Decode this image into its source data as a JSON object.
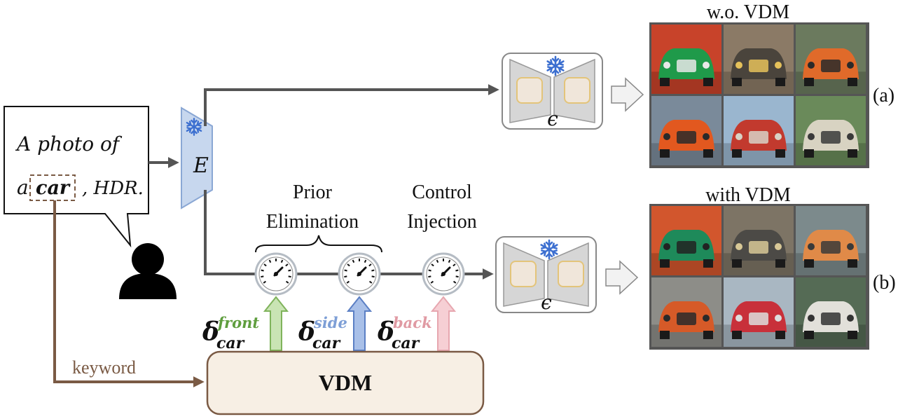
{
  "prompt": {
    "line1": "A photo of",
    "line2_prefix": "a",
    "keyword": "car",
    "line2_suffix": ", HDR."
  },
  "encoder": {
    "label": "E",
    "frozen_icon": "snowflake-icon"
  },
  "unet": {
    "label": "ϵ",
    "frozen_icon": "snowflake-icon"
  },
  "stages": {
    "prior": {
      "line1": "Prior",
      "line2": "Elimination"
    },
    "control": {
      "line1": "Control",
      "line2": "Injection"
    }
  },
  "deltas": [
    {
      "base": "δ",
      "sub": "car",
      "sup": "front",
      "color": "#5f9e3e",
      "arrow_fill": "#c9e4b4",
      "arrow_stroke": "#7fb35b"
    },
    {
      "base": "δ",
      "sub": "car",
      "sup": "side",
      "color": "#7e9fd6",
      "arrow_fill": "#a9c0e8",
      "arrow_stroke": "#5b7fc4"
    },
    {
      "base": "δ",
      "sub": "car",
      "sup": "back",
      "color": "#e09aa3",
      "arrow_fill": "#f6cfd4",
      "arrow_stroke": "#e7a7b0"
    }
  ],
  "vdm_box": {
    "label": "VDM"
  },
  "keyword_arrow": {
    "label": "keyword"
  },
  "results": {
    "top": {
      "title": "w.o. VDM",
      "tag": "(a)"
    },
    "bottom": {
      "title": "with VDM",
      "tag": "(b)"
    }
  },
  "colors": {
    "arrow": "#555555",
    "brown": "#7a5a44",
    "encoder_fill": "#c7d7ee",
    "encoder_stroke": "#8aa7d4",
    "snowflake": "#3c6fd0",
    "unet_fill": "#d6d6d6",
    "unet_inner": "#f0e6da",
    "unet_inner_stroke": "#e3c47a",
    "vdm_fill": "#f7efe4"
  },
  "photos_top": [
    {
      "bg": "#c8432a",
      "car": "#1f9a4a",
      "accent": "#e8e8e8"
    },
    {
      "bg": "#8b7a66",
      "car": "#4a443c",
      "accent": "#e5c15a"
    },
    {
      "bg": "#6b7a5e",
      "car": "#e06a2a",
      "accent": "#2a2a2a"
    },
    {
      "bg": "#7a8a9a",
      "car": "#e2581f",
      "accent": "#2a2a2a"
    },
    {
      "bg": "#9ab6cf",
      "car": "#c23a2e",
      "accent": "#d8d2c5"
    },
    {
      "bg": "#6a8a5a",
      "car": "#d8d3c2",
      "accent": "#3a3a3a"
    }
  ],
  "photos_bottom": [
    {
      "bg": "#d2562d",
      "car": "#1e8a5a",
      "accent": "#222222"
    },
    {
      "bg": "#7d7465",
      "car": "#4c4a46",
      "accent": "#d8c896"
    },
    {
      "bg": "#7c8a8c",
      "car": "#e08a48",
      "accent": "#3a3a3a"
    },
    {
      "bg": "#8d8d88",
      "car": "#d65a28",
      "accent": "#2a2a2a"
    },
    {
      "bg": "#a9b7c2",
      "car": "#c8303a",
      "accent": "#dddddd"
    },
    {
      "bg": "#556b55",
      "car": "#e2e0da",
      "accent": "#333333"
    }
  ]
}
